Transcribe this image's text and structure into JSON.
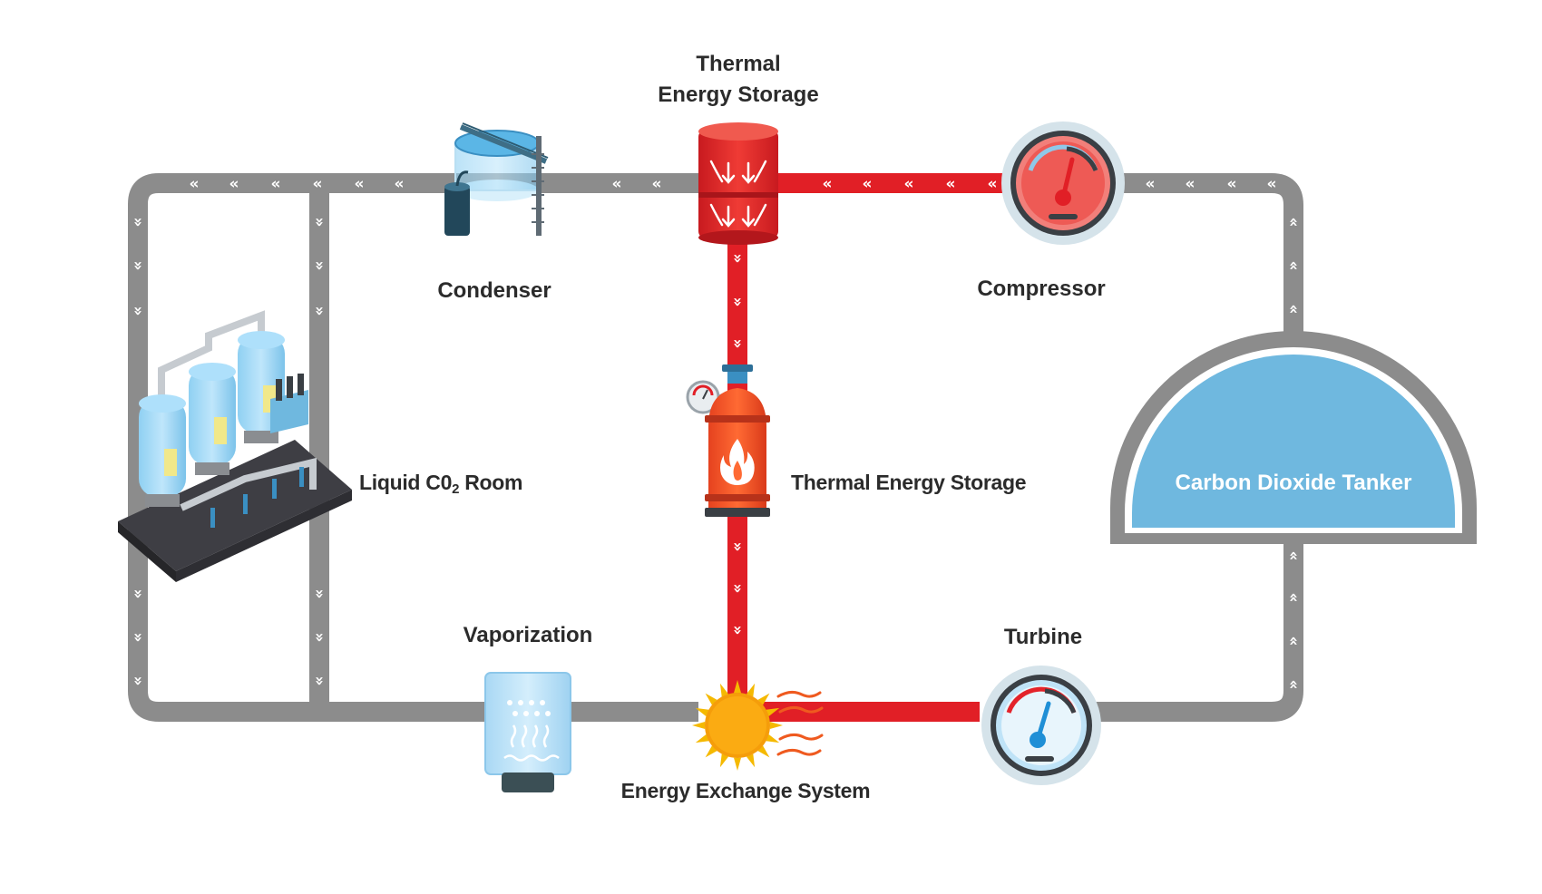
{
  "labels": {
    "thermal_top_line1": "Thermal",
    "thermal_top_line2": "Energy Storage",
    "condenser": "Condenser",
    "compressor": "Compressor",
    "liquid_room_prefix": "Liquid C0",
    "liquid_room_sub": "2",
    "liquid_room_suffix": " Room",
    "thermal_mid": "Thermal Energy Storage",
    "vaporization": "Vaporization",
    "turbine": "Turbine",
    "energy_exchange": "Energy Exchange System",
    "tanker": "Carbon Dioxide Tanker"
  },
  "glyphs": {
    "left": "«",
    "right": "»",
    "down": "⌄",
    "up": "⌃"
  },
  "colors": {
    "pipe_gray": "#8c8c8c",
    "pipe_red": "#e11f26",
    "tank_blue": "#6fb8df",
    "text": "#2b2b2b"
  }
}
